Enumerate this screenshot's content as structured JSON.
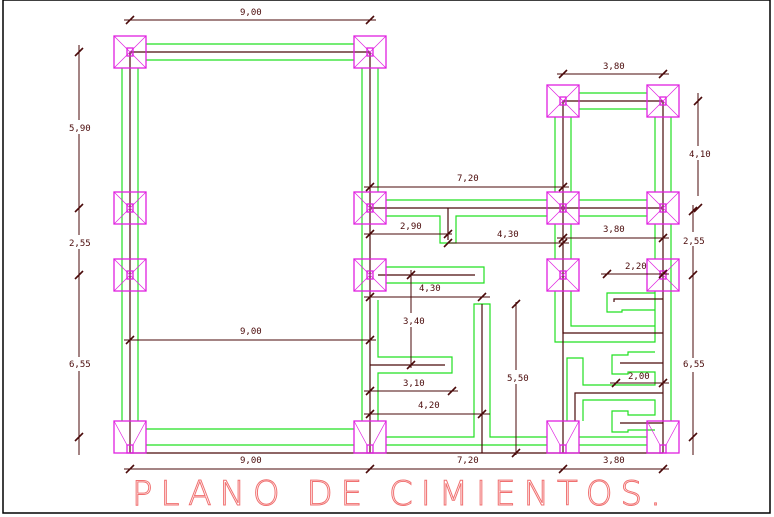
{
  "drawing": {
    "title": "PLANO DE CIMIENTOS.",
    "colors": {
      "beam": "#4a0a0a",
      "foundation_wall": "#22e022",
      "footing": "#e020e0",
      "title": "#f07070",
      "dimension": "#4a0a0a"
    },
    "dimensions": {
      "top_left_width": "9,00",
      "top_right_width": "3,80",
      "left_upper_height": "5,90",
      "left_middle_height": "2,55",
      "left_lower_height": "6,55",
      "right_upper_height": "4,10",
      "right_middle_height": "2,55",
      "right_lower_height": "6,55",
      "middle_top_span": "7,20",
      "inner_2_90": "2,90",
      "inner_4_30_a": "4,30",
      "inner_3_80": "3,80",
      "inner_4_30_b": "4,30",
      "inner_3_40": "3,40",
      "inner_9_00": "9,00",
      "inner_3_10": "3,10",
      "inner_4_20": "4,20",
      "inner_5_50": "5,50",
      "inner_2_20": "2,20",
      "inner_2_00": "2,00",
      "bottom_left": "9,00",
      "bottom_middle": "7,20",
      "bottom_right": "3,80"
    }
  }
}
